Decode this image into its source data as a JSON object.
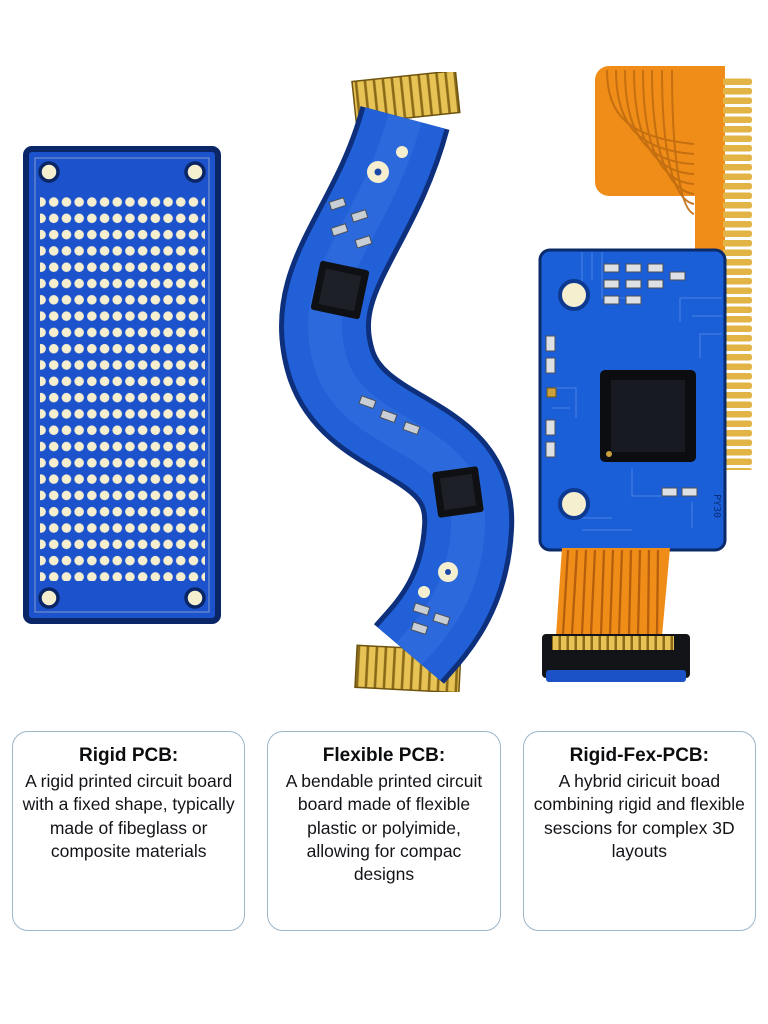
{
  "page": {
    "background": "#ffffff"
  },
  "cards": [
    {
      "title": "Rigid PCB:",
      "body": "A rigid printed circuit board with a fixed shape, typically made of fibeglass or composite materials"
    },
    {
      "title": "Flexible PCB:",
      "body": "A bendable printed circuit board made of flexible plastic or polyimide, allowing for compac designs"
    },
    {
      "title": "Rigid-Fex-PCB:",
      "body": "A hybrid ciricuit boad combining rigid and flexible sescions for complex 3D layouts"
    }
  ],
  "illustrations": [
    {
      "id": "rigid-pcb-illustration",
      "label": "Rigid PCB perfboard"
    },
    {
      "id": "flexible-pcb-illustration",
      "label": "Flexible PCB S-curved ribbon"
    },
    {
      "id": "rigid-flex-pcb-illustration",
      "label": "Rigid-flex PCB hybrid assembly",
      "chip_label": "PY30"
    }
  ],
  "colors": {
    "pcb_blue": "#1e5ad4",
    "pcb_dark_blue": "#0b2a68",
    "pad_cream": "#f6efcf",
    "gold": "#e2b445",
    "flex_orange": "#f08c18",
    "chip_black": "#0e1013",
    "card_border": "#9db7cb",
    "text": "#131418"
  }
}
